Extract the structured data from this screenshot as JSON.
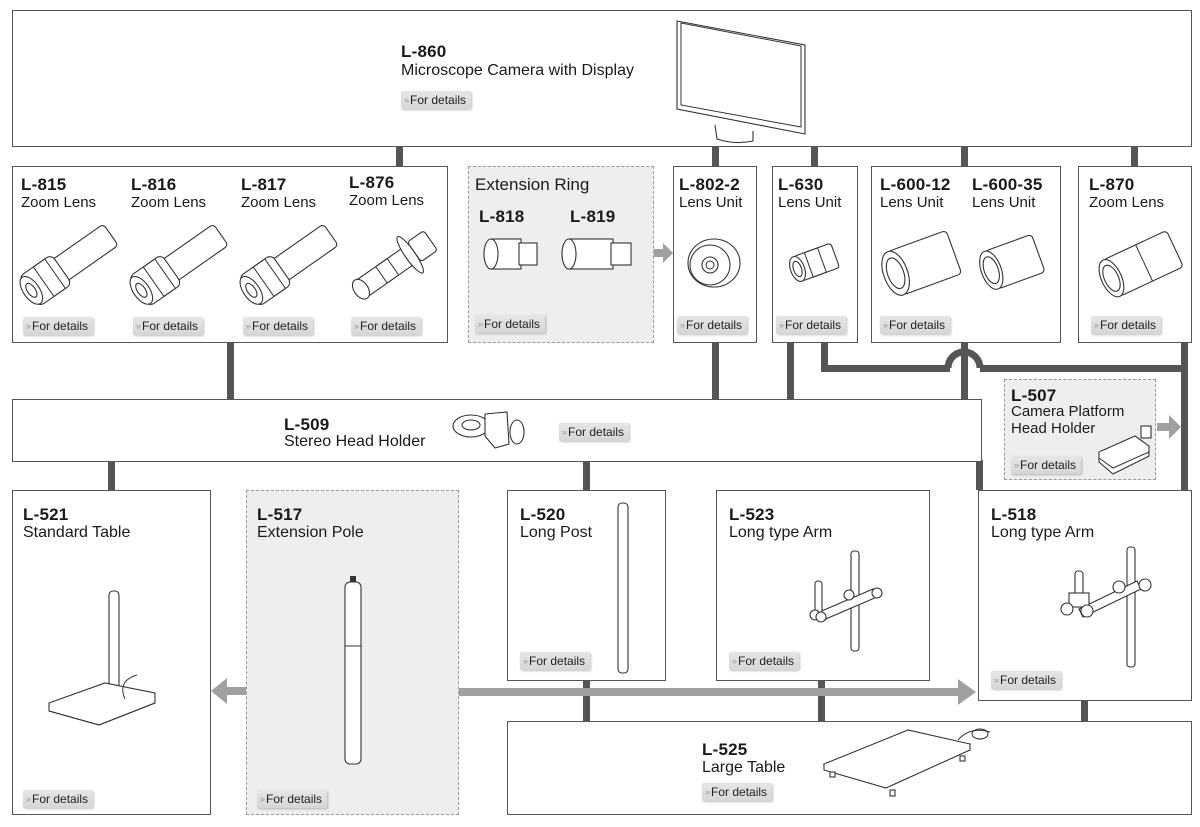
{
  "diagram": {
    "connector_color": "#555555",
    "arrow_color": "#a0a0a0",
    "optional_fill": "#eeeeee",
    "button_label": "For details",
    "button_chevron": "»"
  },
  "products": {
    "l860": {
      "code": "L-860",
      "name": "Microscope Camera with Display",
      "icon": "monitor-icon"
    },
    "l815": {
      "code": "L-815",
      "name": "Zoom Lens",
      "icon": "zoom-lens-icon"
    },
    "l816": {
      "code": "L-816",
      "name": "Zoom Lens",
      "icon": "zoom-lens-icon"
    },
    "l817": {
      "code": "L-817",
      "name": "Zoom Lens",
      "icon": "zoom-lens-icon"
    },
    "l876": {
      "code": "L-876",
      "name": "Zoom Lens",
      "icon": "zoom-lens-flange-icon"
    },
    "ext_ring": {
      "title": "Extension Ring",
      "l818": "L-818",
      "l819": "L-819",
      "icon": "extension-ring-icon"
    },
    "l802": {
      "code": "L-802-2",
      "name": "Lens Unit",
      "icon": "lens-unit-icon"
    },
    "l630": {
      "code": "L-630",
      "name": "Lens Unit",
      "icon": "lens-unit-icon"
    },
    "l600_12": {
      "code": "L-600-12",
      "name": "Lens Unit",
      "icon": "lens-unit-icon"
    },
    "l600_35": {
      "code": "L-600-35",
      "name": "Lens Unit",
      "icon": "lens-unit-icon"
    },
    "l870": {
      "code": "L-870",
      "name": "Zoom Lens",
      "icon": "zoom-lens-icon"
    },
    "l509": {
      "code": "L-509",
      "name": "Stereo Head Holder",
      "icon": "head-holder-icon"
    },
    "l507": {
      "code": "L-507",
      "name_line1": "Camera Platform",
      "name_line2": "Head Holder",
      "icon": "camera-platform-icon"
    },
    "l521": {
      "code": "L-521",
      "name": "Standard Table",
      "icon": "stand-table-icon"
    },
    "l517": {
      "code": "L-517",
      "name": "Extension Pole",
      "icon": "pole-icon"
    },
    "l520": {
      "code": "L-520",
      "name": "Long Post",
      "icon": "post-icon"
    },
    "l523": {
      "code": "L-523",
      "name": "Long type Arm",
      "icon": "arm-icon"
    },
    "l518": {
      "code": "L-518",
      "name": "Long type Arm",
      "icon": "arm-icon"
    },
    "l525": {
      "code": "L-525",
      "name": "Large Table",
      "icon": "large-table-icon"
    }
  }
}
